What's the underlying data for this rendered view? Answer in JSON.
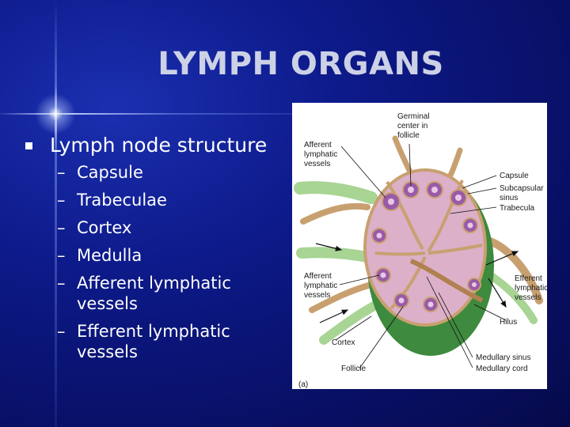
{
  "slide": {
    "title": "LYMPH ORGANS",
    "bullet": "Lymph node structure",
    "sub_items": [
      {
        "dash": "–",
        "lines": [
          "Capsule"
        ]
      },
      {
        "dash": "–",
        "lines": [
          "Trabeculae"
        ]
      },
      {
        "dash": "–",
        "lines": [
          "Cortex"
        ]
      },
      {
        "dash": "–",
        "lines": [
          "Medulla"
        ]
      },
      {
        "dash": "–",
        "lines": [
          "Afferent lymphatic",
          "vessels"
        ]
      },
      {
        "dash": "–",
        "lines": [
          "Efferent lymphatic",
          "vessels"
        ]
      }
    ]
  },
  "figure": {
    "labels": {
      "germinal": [
        "Germinal",
        "center in",
        "follicle"
      ],
      "afferent_top": [
        "Afferent",
        "lymphatic",
        "vessels"
      ],
      "capsule": "Capsule",
      "subcapsular": [
        "Subcapsular",
        "sinus"
      ],
      "trabecula": "Trabecula",
      "afferent_left": [
        "Afferent",
        "lymphatic",
        "vessels"
      ],
      "efferent": [
        "Efferent",
        "lymphatic",
        "vessels"
      ],
      "hilus": "Hilus",
      "cortex": "Cortex",
      "follicle": "Follicle",
      "medullary_sinus": "Medullary sinus",
      "medullary_cord": "Medullary cord",
      "panel": "(a)"
    },
    "colors": {
      "node_fill": "#dcb0c8",
      "cortex_green": "#3e8a3e",
      "vessel_green": "#9ccb8c",
      "trabecula_tan": "#c8a070",
      "follicle_purple": "#9a5aa8"
    }
  }
}
